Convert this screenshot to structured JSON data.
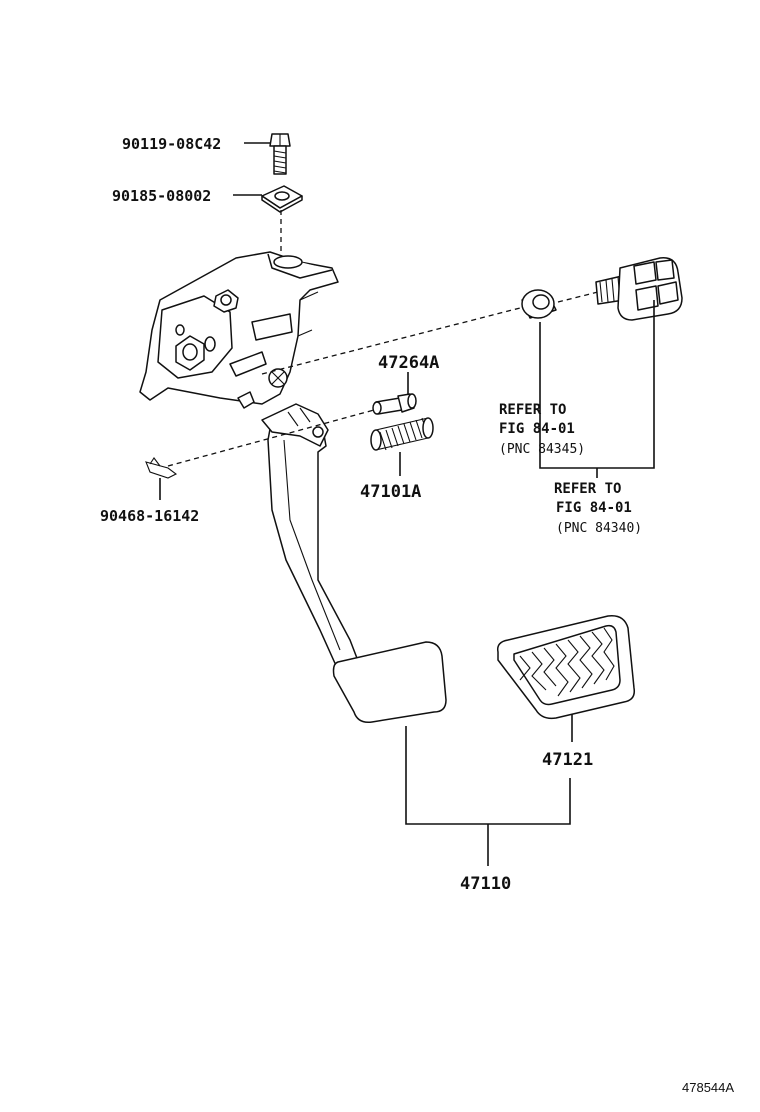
{
  "parts": {
    "bolt": "90119-08C42",
    "nut": "90185-08002",
    "pin": "47264A",
    "spring": "47101A",
    "clip": "90468-16142",
    "pad": "47121",
    "pedal_assy": "47110"
  },
  "refs": {
    "ref1": {
      "line1": "REFER TO",
      "line2": "FIG 84-01",
      "line3": "(PNC 84345)"
    },
    "ref2": {
      "line1": "REFER TO",
      "line2": "FIG 84-01",
      "line3": "(PNC 84340)"
    }
  },
  "figure_id": "478544A"
}
